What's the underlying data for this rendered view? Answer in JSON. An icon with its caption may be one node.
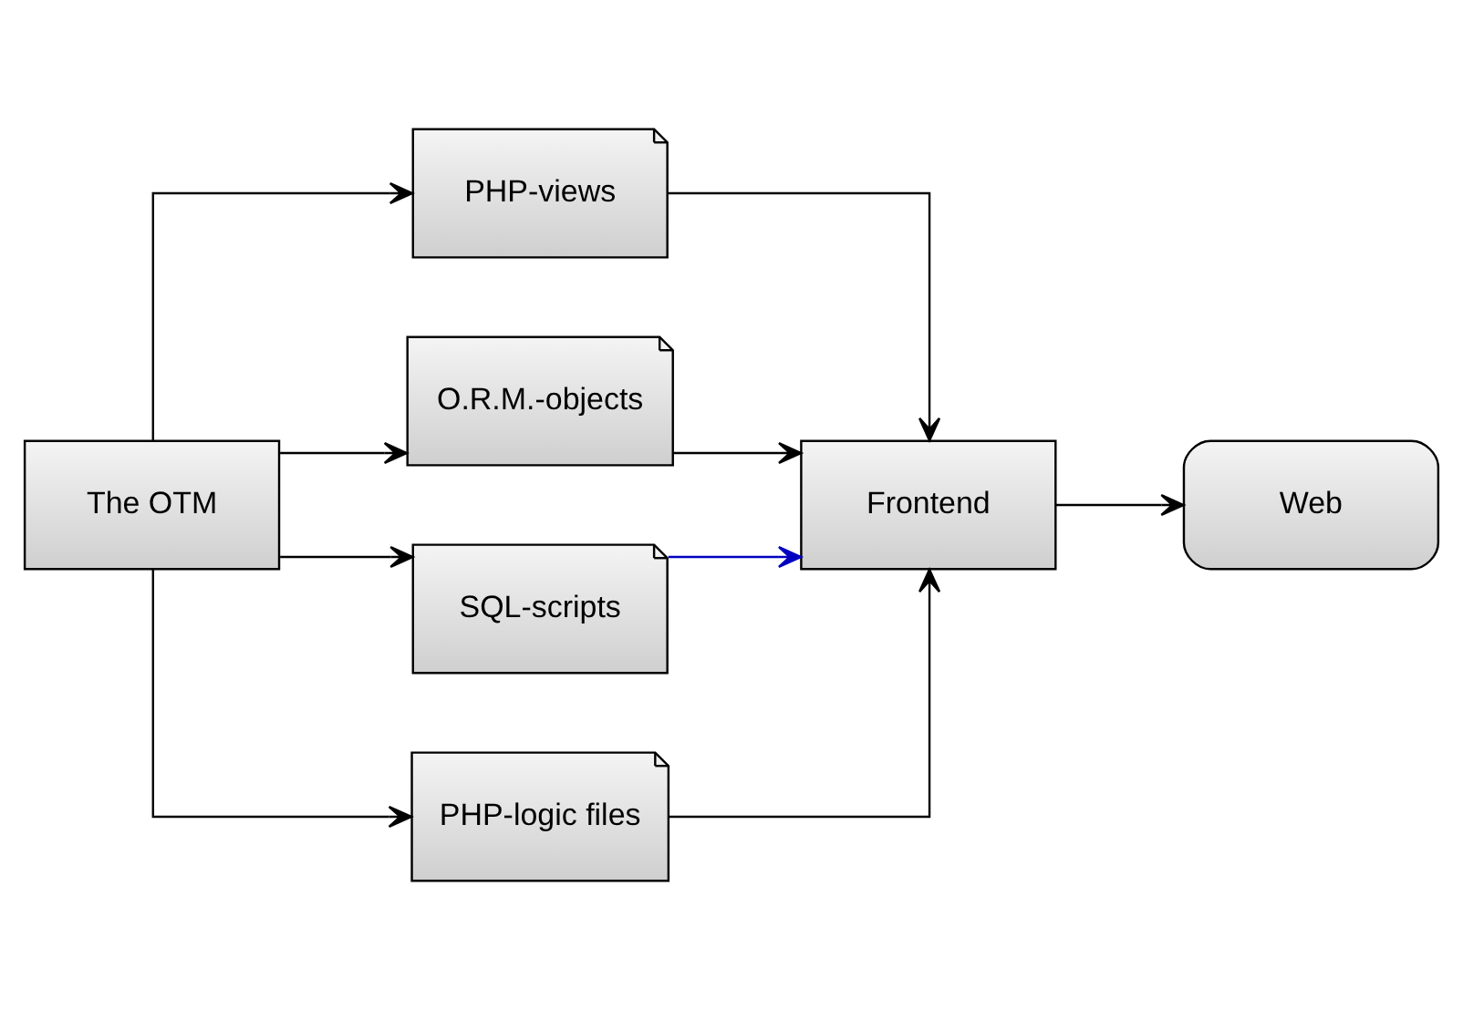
{
  "diagram": {
    "nodes": [
      {
        "text": [
          "The OTM"
        ]
      },
      {
        "text": [
          "PHP-views"
        ]
      },
      {
        "text": [
          "O.R.M.-objects"
        ]
      },
      {
        "text": [
          "SQL-scripts"
        ]
      },
      {
        "text": [
          "PHP-logic files"
        ]
      },
      {
        "text": [
          "Frontend"
        ]
      },
      {
        "text": [
          "Web"
        ]
      }
    ],
    "edges": [
      {
        "from": 0,
        "to": 1,
        "arrow": "to"
      },
      {
        "from": 0,
        "to": 2,
        "arrow": "to"
      },
      {
        "from": 0,
        "to": 3,
        "arrow": "to"
      },
      {
        "from": 0,
        "to": 4,
        "arrow": "to"
      },
      {
        "from": 1,
        "to": 5,
        "arrow": "to"
      },
      {
        "from": 2,
        "to": 5,
        "arrow": "to"
      },
      {
        "from": 3,
        "to": 5,
        "arrow": "to",
        "color": "#0000c0"
      },
      {
        "from": 4,
        "to": 5,
        "arrow": "to"
      },
      {
        "from": 5,
        "to": 6,
        "arrow": "to"
      }
    ]
  }
}
